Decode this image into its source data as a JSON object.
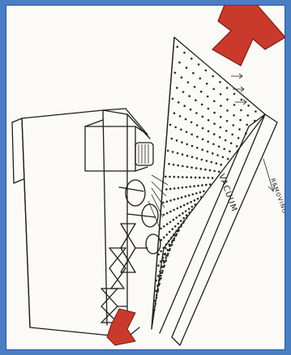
{
  "labels": {
    "vacuum": "VACUUM",
    "removal": "REMOVING"
  },
  "colors": {
    "arrow_fill": "#c93a2c",
    "arrow_stroke": "#7a1c14",
    "paper": "#fbfaf6",
    "frame": "#4a7dc4"
  },
  "icons": {
    "top_arrow": "large-red-arrow-down-left",
    "bottom_arrow": "red-arrow-down-left"
  }
}
